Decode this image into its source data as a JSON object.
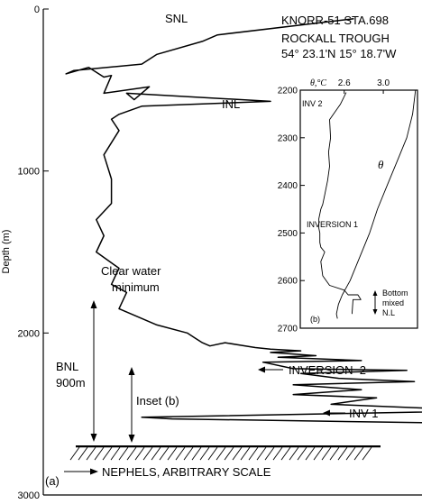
{
  "chart_data": [
    {
      "type": "line",
      "panel_label": "(a)",
      "ylabel": "Depth (m)",
      "yticks": [
        0,
        1000,
        2000,
        3000
      ],
      "ylim": [
        0,
        3000
      ],
      "ydirection": "down",
      "xlabel": "NEPHELS, ARBITRARY SCALE",
      "x_axis_arrow": true,
      "xlim": [
        0,
        100
      ],
      "station": [
        "KNORR-51 STA.698",
        "ROCKALL TROUGH",
        "54° 23.1'N 15° 18.7'W"
      ],
      "sea_floor_depth": 2700,
      "series": [
        {
          "x": [
            82,
            46,
            42,
            30,
            26,
            8,
            6,
            12,
            16,
            18,
            16,
            28,
            24,
            22,
            60,
            26,
            20,
            18,
            20,
            16,
            18,
            18,
            14,
            16,
            14,
            20,
            18,
            22,
            20,
            30,
            38,
            40,
            42,
            44,
            48,
            56,
            60,
            68,
            60,
            72,
            62,
            84,
            58,
            66,
            96,
            68,
            78,
            98,
            66,
            84,
            66,
            88,
            76,
            118,
            26,
            34,
            118,
            118,
            116,
            118
          ],
          "y": [
            60,
            160,
            200,
            280,
            340,
            380,
            400,
            360,
            420,
            410,
            520,
            480,
            560,
            520,
            570,
            600,
            650,
            680,
            750,
            900,
            1050,
            1200,
            1300,
            1400,
            1500,
            1600,
            1700,
            1750,
            1850,
            1950,
            2000,
            2030,
            2060,
            2080,
            2060,
            2090,
            2100,
            2110,
            2120,
            2140,
            2150,
            2170,
            2180,
            2220,
            2230,
            2250,
            2280,
            2300,
            2320,
            2350,
            2380,
            2400,
            2440,
            2480,
            2520,
            2530,
            2560,
            2620,
            2660,
            2700
          ]
        }
      ],
      "annotations": [
        {
          "text": "SNL"
        },
        {
          "text": "INL"
        },
        {
          "text": "Clear water",
          "text2": "minimum"
        },
        {
          "text": "INVERSION  2"
        },
        {
          "text": "INV 1"
        },
        {
          "text": "BNL",
          "text2": "900m"
        },
        {
          "text": "Inset (b)"
        }
      ]
    },
    {
      "type": "line",
      "panel_label": "(b)",
      "title": "θ,°C",
      "xticks": [
        2.6,
        3.0
      ],
      "xlim": [
        2.15,
        3.35
      ],
      "yticks": [
        2200,
        2300,
        2400,
        2500,
        2600,
        2700
      ],
      "ylim": [
        2200,
        2700
      ],
      "ydirection": "down",
      "series": [
        {
          "name": "θ",
          "x": [
            3.33,
            3.3,
            3.24,
            3.14,
            3.04,
            2.94,
            2.86,
            2.76,
            2.66,
            2.58,
            2.54,
            2.52,
            2.53
          ],
          "y": [
            2200,
            2250,
            2300,
            2350,
            2400,
            2450,
            2500,
            2550,
            2600,
            2630,
            2650,
            2670,
            2680
          ]
        },
        {
          "name": "nephels",
          "x": [
            2.62,
            2.56,
            2.45,
            2.46,
            2.44,
            2.45,
            2.43,
            2.4,
            2.38,
            2.36,
            2.34,
            2.34,
            2.35,
            2.35,
            2.36,
            2.4,
            2.36,
            2.38,
            2.45,
            2.6,
            2.64,
            2.68,
            2.74,
            2.77,
            2.69,
            2.68
          ],
          "y": [
            2205,
            2230,
            2262,
            2300,
            2330,
            2360,
            2390,
            2420,
            2440,
            2450,
            2470,
            2490,
            2500,
            2520,
            2530,
            2540,
            2560,
            2590,
            2610,
            2620,
            2630,
            2630,
            2630,
            2640,
            2640,
            2670
          ]
        }
      ],
      "annotations": [
        {
          "text": "INV 2"
        },
        {
          "text": "INVERSION 1"
        },
        {
          "text": "Bottom",
          "text2": "mixed",
          "text3": "N.L"
        }
      ]
    }
  ]
}
